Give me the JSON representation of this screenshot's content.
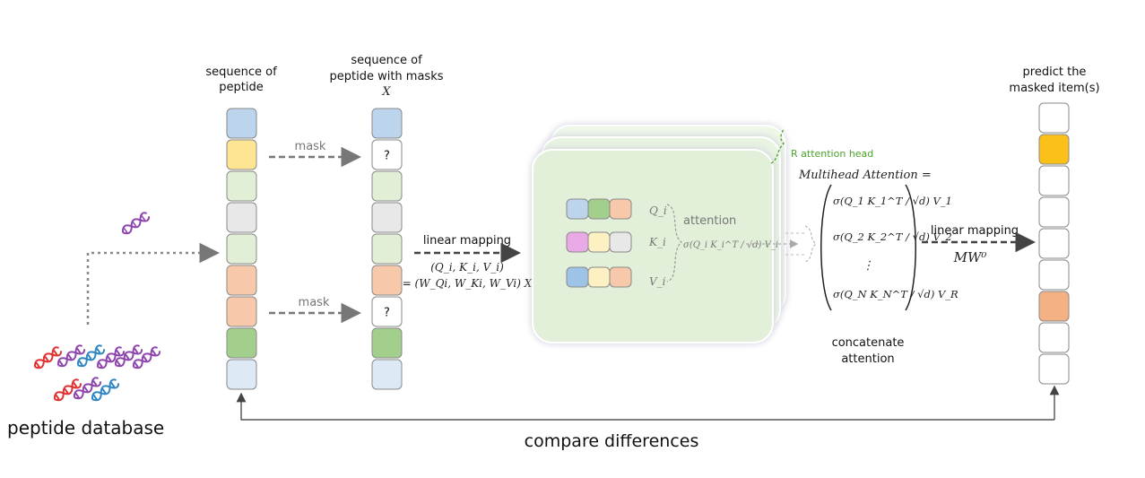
{
  "left_column_label": [
    "sequence of",
    "peptide"
  ],
  "masked_column_label": [
    "sequence of",
    "peptide with masks"
  ],
  "masked_column_symbol": "X",
  "mask_labels": [
    "mask",
    "mask"
  ],
  "mask_placeholder": "?",
  "database_label": "peptide database",
  "linear_mapping_1": "linear mapping",
  "qkv_lhs": "(Q_i, K_i, V_i)",
  "qkv_rhs": "= (W_Qi, W_Ki, W_Vi) X",
  "attention_word": "attention",
  "q_label": "Q_i",
  "k_label": "K_i",
  "v_label": "V_i",
  "attention_formula": "σ(Q_i K_i^T / √d) V_i",
  "r_attention_head": "R attention head",
  "multihead_title": "Multihead Attention =",
  "multihead_rows": [
    "σ(Q_1 K_1^T / √d) V_1",
    "σ(Q_2 K_2^T / √d) V_2",
    "⋮",
    "σ(Q_N K_N^T / √d) V_R"
  ],
  "concat_label": [
    "concatenate",
    "attention"
  ],
  "linear_mapping_2": "linear mapping",
  "mw_label": "MW⁰",
  "output_label": [
    "predict the",
    "masked item(s)"
  ],
  "bottom_label": "compare differences",
  "colors": {
    "blue": "#bcd5ec",
    "yellow": "#fde593",
    "lightgreen": "#e1efd6",
    "grey": "#e8e8e8",
    "peach": "#f7c9aa",
    "green": "#a3cf8c",
    "paleblue": "#dde9f5",
    "white": "#ffffff",
    "orange": "#fcc118",
    "salmon": "#f4b183",
    "pink": "#e8a9e6",
    "cream": "#fdf1c4",
    "midblue": "#9dc3e6",
    "panel": "#e5f1dd"
  },
  "columns": {
    "sequence": [
      "blue",
      "yellow",
      "lightgreen",
      "grey",
      "lightgreen",
      "peach",
      "peach",
      "green",
      "paleblue"
    ],
    "masked": [
      "blue",
      "white",
      "lightgreen",
      "grey",
      "lightgreen",
      "peach",
      "white",
      "green",
      "paleblue"
    ],
    "output": [
      "white",
      "orange",
      "white",
      "white",
      "white",
      "white",
      "salmon",
      "white",
      "white"
    ],
    "q_row": [
      "blue",
      "green",
      "peach"
    ],
    "k_row": [
      "pink",
      "cream",
      "grey"
    ],
    "v_row": [
      "midblue",
      "cream",
      "peach"
    ]
  }
}
